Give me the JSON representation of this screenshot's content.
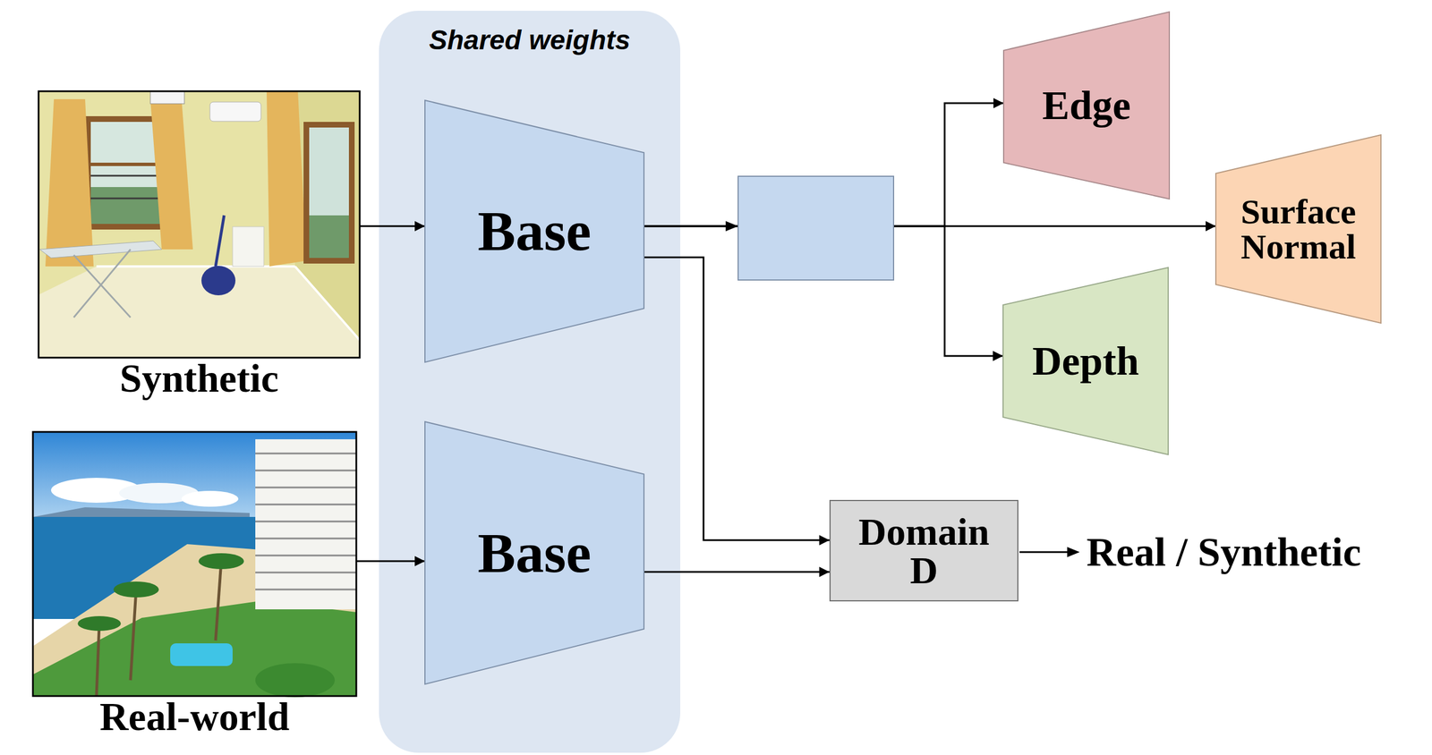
{
  "diagram": {
    "nodes": [
      {
        "text": [
          "Synthetic"
        ]
      },
      {
        "text": [
          "Shared weights"
        ]
      },
      {
        "text": [
          "Base"
        ],
        "in": 1
      },
      {
        "text": [
          "Base"
        ],
        "in": 1
      },
      {
        "text": [
          "Edge"
        ]
      },
      {
        "text": [
          "Surface Normal"
        ]
      },
      {
        "text": [
          "Depth"
        ]
      },
      {
        "text": [
          "Domain D"
        ]
      },
      {
        "text": [
          "Real-world"
        ]
      }
    ],
    "edges": [
      {
        "from": 0,
        "to": 2,
        "arrow": "to"
      },
      {
        "from": 8,
        "to": 3,
        "arrow": "to"
      },
      {
        "from": 2,
        "to": 4,
        "arrow": "to"
      },
      {
        "from": 2,
        "to": 5,
        "arrow": "to"
      },
      {
        "from": 2,
        "to": 6,
        "arrow": "to"
      },
      {
        "from": 2,
        "to": 7,
        "arrow": "to"
      },
      {
        "from": 3,
        "to": 7,
        "arrow": "to"
      }
    ],
    "labels": [
      "Real / Synthetic"
    ]
  }
}
